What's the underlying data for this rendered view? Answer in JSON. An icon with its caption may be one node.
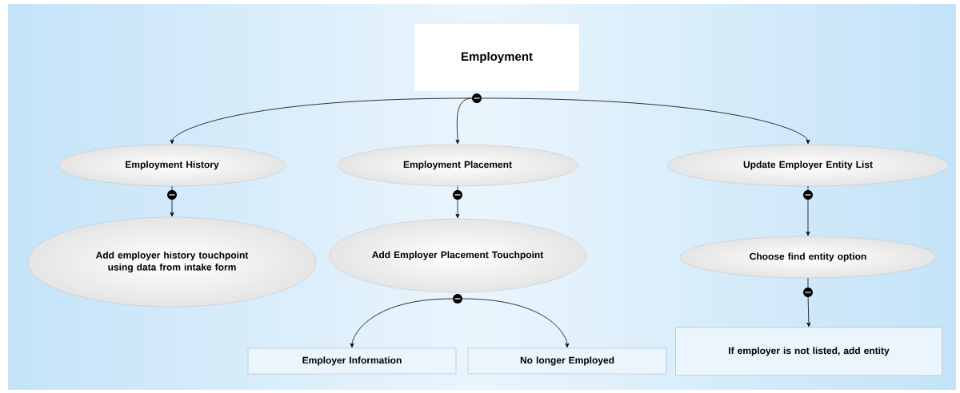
{
  "diagram": {
    "nodes": [
      {
        "text": [
          "Employment"
        ]
      },
      {
        "text": [
          "Employment History"
        ]
      },
      {
        "text": [
          "Employment Placement"
        ]
      },
      {
        "text": [
          "Update Employer Entity List"
        ]
      },
      {
        "text": [
          "Add employer history touchpoint using data from intake form"
        ]
      },
      {
        "text": [
          "Add Employer Placement Touchpoint"
        ]
      },
      {
        "text": [
          "Choose find entity option"
        ]
      },
      {
        "text": [
          "Employer Information"
        ]
      },
      {
        "text": [
          "No longer Employed"
        ]
      },
      {
        "text": [
          "If employer is not listed, add entity"
        ]
      },
      {
        "text": [],
        "shape": "circle"
      },
      {
        "text": [],
        "shape": "circle"
      },
      {
        "text": [],
        "shape": "circle"
      },
      {
        "text": [],
        "shape": "circle"
      },
      {
        "text": [],
        "shape": "circle"
      },
      {
        "text": [],
        "shape": "circle"
      }
    ],
    "edges": [
      {
        "from": 10,
        "to": 1,
        "arrow": "to"
      },
      {
        "from": 10,
        "to": 2,
        "arrow": "to"
      },
      {
        "from": 10,
        "to": 3,
        "arrow": "to"
      },
      {
        "from": 1,
        "to": 11,
        "arrow": "none"
      },
      {
        "from": 11,
        "to": 4,
        "arrow": "to"
      },
      {
        "from": 2,
        "to": 12,
        "arrow": "none"
      },
      {
        "from": 12,
        "to": 5,
        "arrow": "to"
      },
      {
        "from": 3,
        "to": 13,
        "arrow": "none"
      },
      {
        "from": 13,
        "to": 6,
        "arrow": "to"
      },
      {
        "from": 14,
        "to": 7,
        "arrow": "to"
      },
      {
        "from": 14,
        "to": 8,
        "arrow": "to"
      },
      {
        "from": 6,
        "to": 15,
        "arrow": "none"
      },
      {
        "from": 15,
        "to": 9,
        "arrow": "to"
      }
    ]
  }
}
